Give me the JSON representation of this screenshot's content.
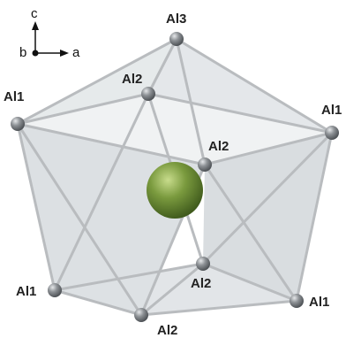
{
  "axes": {
    "c": "c",
    "b": "b",
    "a": "a"
  },
  "atoms": {
    "al3_top": "Al3",
    "al2_upper": "Al2",
    "al1_left": "Al1",
    "al1_right": "Al1",
    "al2_middle": "Al2",
    "al1_lower_left": "Al1",
    "al2_lower": "Al2",
    "al1_lower_right": "Al1",
    "al2_bottom": "Al2"
  },
  "colors": {
    "face": "#d9dde0",
    "edge": "#b9bcbf",
    "atom": "#7e8286",
    "center_atom": "#6f8c3a"
  }
}
